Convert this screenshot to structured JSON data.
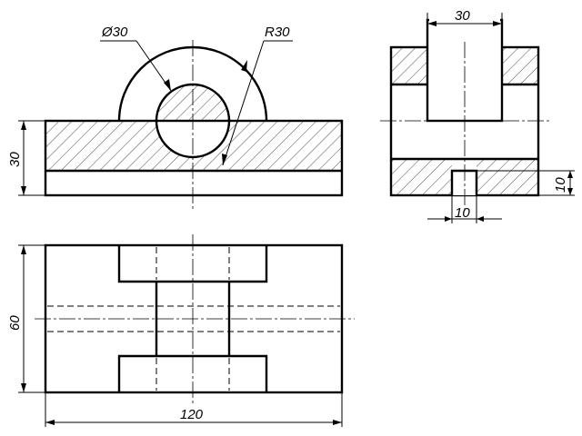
{
  "dimensions": {
    "hole_diameter": "Ø30",
    "boss_radius": "R30",
    "front_height": "30",
    "side_slot_width": "30",
    "side_groove_height": "10",
    "side_groove_width": "10",
    "top_depth": "60",
    "top_length": "120"
  },
  "views": [
    "front-view",
    "side-view",
    "top-view"
  ]
}
